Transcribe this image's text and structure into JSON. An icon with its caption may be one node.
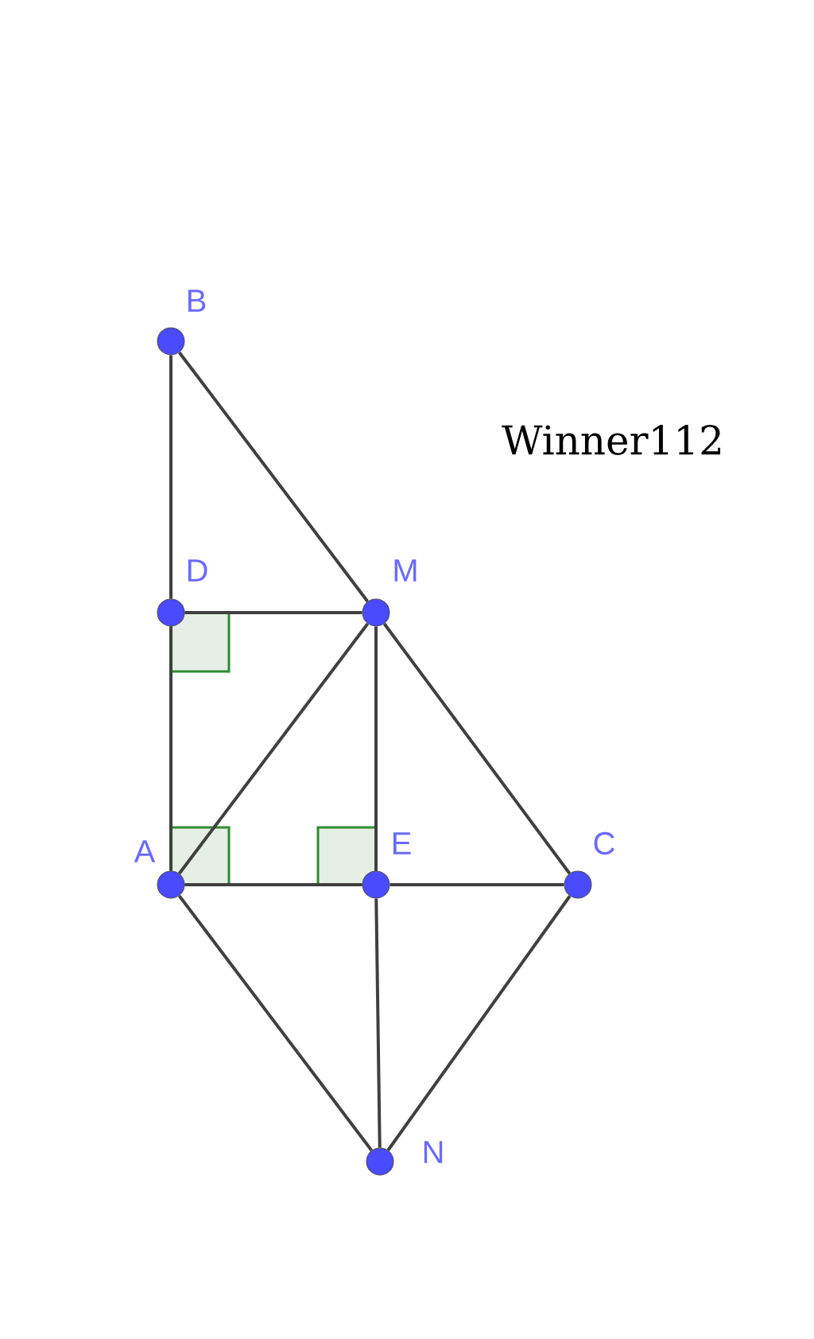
{
  "diagram": {
    "nodes": [
      {
        "text": [
          "B"
        ]
      },
      {
        "text": [
          "D"
        ]
      },
      {
        "text": [
          "M"
        ]
      },
      {
        "text": [
          "A"
        ]
      },
      {
        "text": [
          "E"
        ]
      },
      {
        "text": [
          "C"
        ]
      },
      {
        "text": [
          "N"
        ]
      }
    ],
    "edges": [
      {
        "from": 0,
        "to": 1,
        "arrow": "none"
      },
      {
        "from": 1,
        "to": 3,
        "arrow": "none"
      },
      {
        "from": 0,
        "to": 2,
        "arrow": "none"
      },
      {
        "from": 1,
        "to": 2,
        "arrow": "none"
      },
      {
        "from": 2,
        "to": 3,
        "arrow": "none"
      },
      {
        "from": 2,
        "to": 4,
        "arrow": "none"
      },
      {
        "from": 2,
        "to": 5,
        "arrow": "none"
      },
      {
        "from": 3,
        "to": 4,
        "arrow": "none"
      },
      {
        "from": 4,
        "to": 5,
        "arrow": "none"
      },
      {
        "from": 3,
        "to": 6,
        "arrow": "none"
      },
      {
        "from": 4,
        "to": 6,
        "arrow": "none"
      },
      {
        "from": 5,
        "to": 6,
        "arrow": "none"
      }
    ],
    "labels": [
      "Winner112"
    ]
  }
}
